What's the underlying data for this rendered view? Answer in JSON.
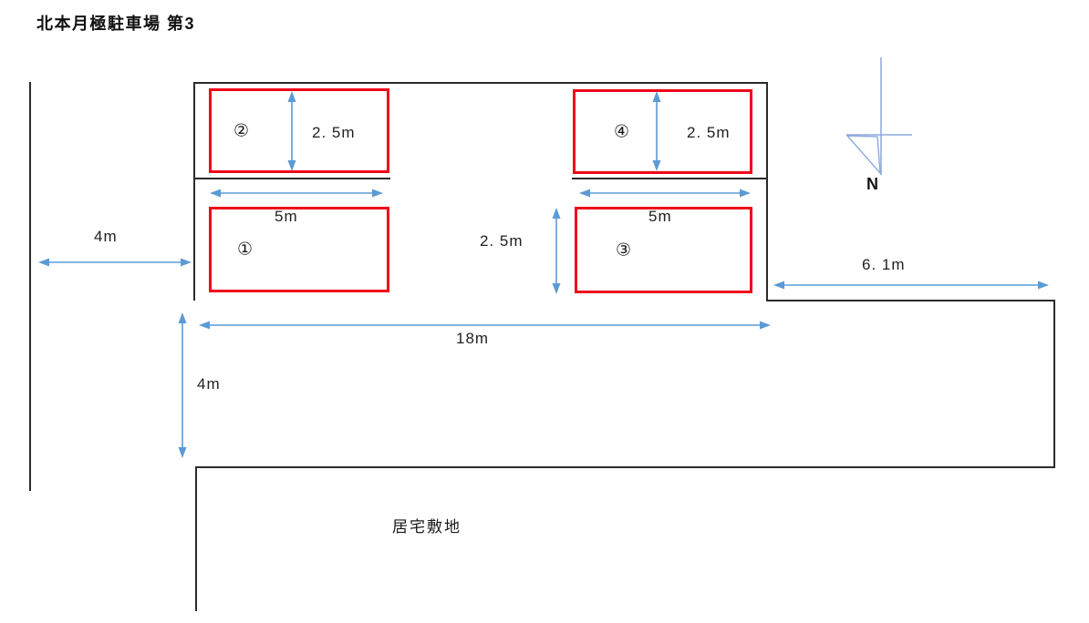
{
  "title": "北本月極駐車場 第3",
  "compass": {
    "label": "N"
  },
  "residence": {
    "label": "居宅敷地"
  },
  "stalls": [
    {
      "number": "①"
    },
    {
      "number": "②"
    },
    {
      "number": "③"
    },
    {
      "number": "④"
    }
  ],
  "dimensions": {
    "stall_width": "2. 5m",
    "stall_length": "5m",
    "west_gap": "4m",
    "south_gap": "4m",
    "frontage": "18m",
    "east_gap": "6. 1m"
  },
  "colors": {
    "stall_outline": "#f0061a",
    "boundary_line": "#2b2b2b",
    "dimension_arrow": "#5b9bd5",
    "compass": "#8faadc"
  }
}
